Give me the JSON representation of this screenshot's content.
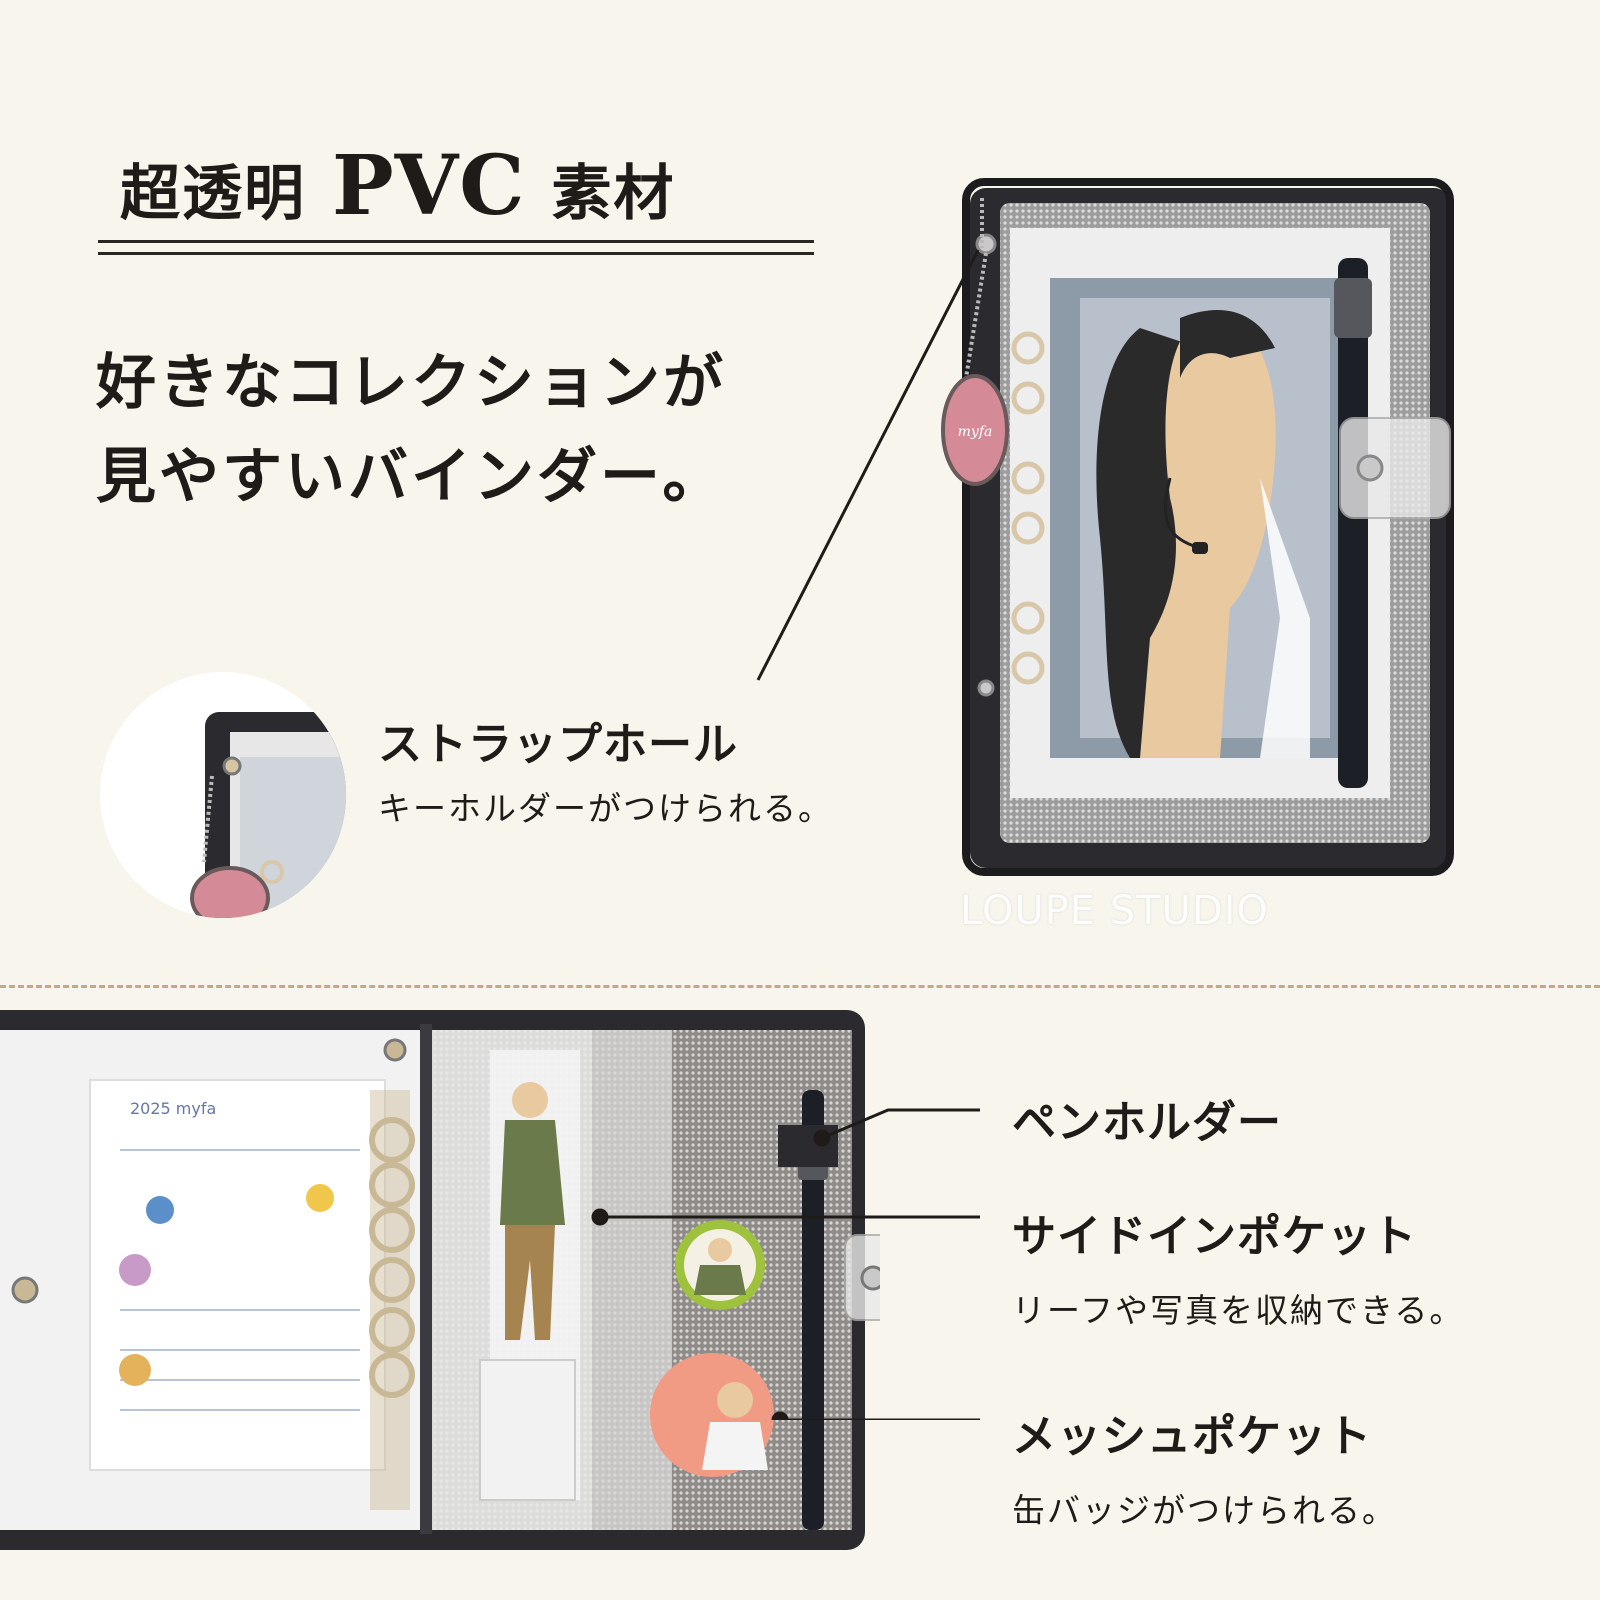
{
  "header": {
    "title_prefix": "超透明",
    "title_pvc": "PVC",
    "title_suffix": "素材",
    "headline_line1": "好きなコレクションが",
    "headline_line2": "見やすいバインダー。"
  },
  "features": {
    "strap_hole": {
      "title": "ストラップホール",
      "desc": "キーホルダーがつけられる。"
    },
    "pen_holder": {
      "title": "ペンホルダー"
    },
    "side_pocket": {
      "title": "サイドインポケット",
      "desc": "リーフや写真を収納できる。"
    },
    "mesh_pocket": {
      "title": "メッシュポケット",
      "desc": "缶バッジがつけられる。"
    }
  },
  "watermark": "LOUPE STUDIO",
  "colors": {
    "background": "#f7f5ec",
    "text": "#1f1b18",
    "binder": "#2b2b2f",
    "divider": "#c6a984",
    "charm_pink": "#d58a98"
  },
  "icons": [
    "binder-closed-photo",
    "binder-open-photo",
    "strap-closeup-photo",
    "keychain-charm-icon",
    "pen-icon",
    "can-badge-icon"
  ]
}
